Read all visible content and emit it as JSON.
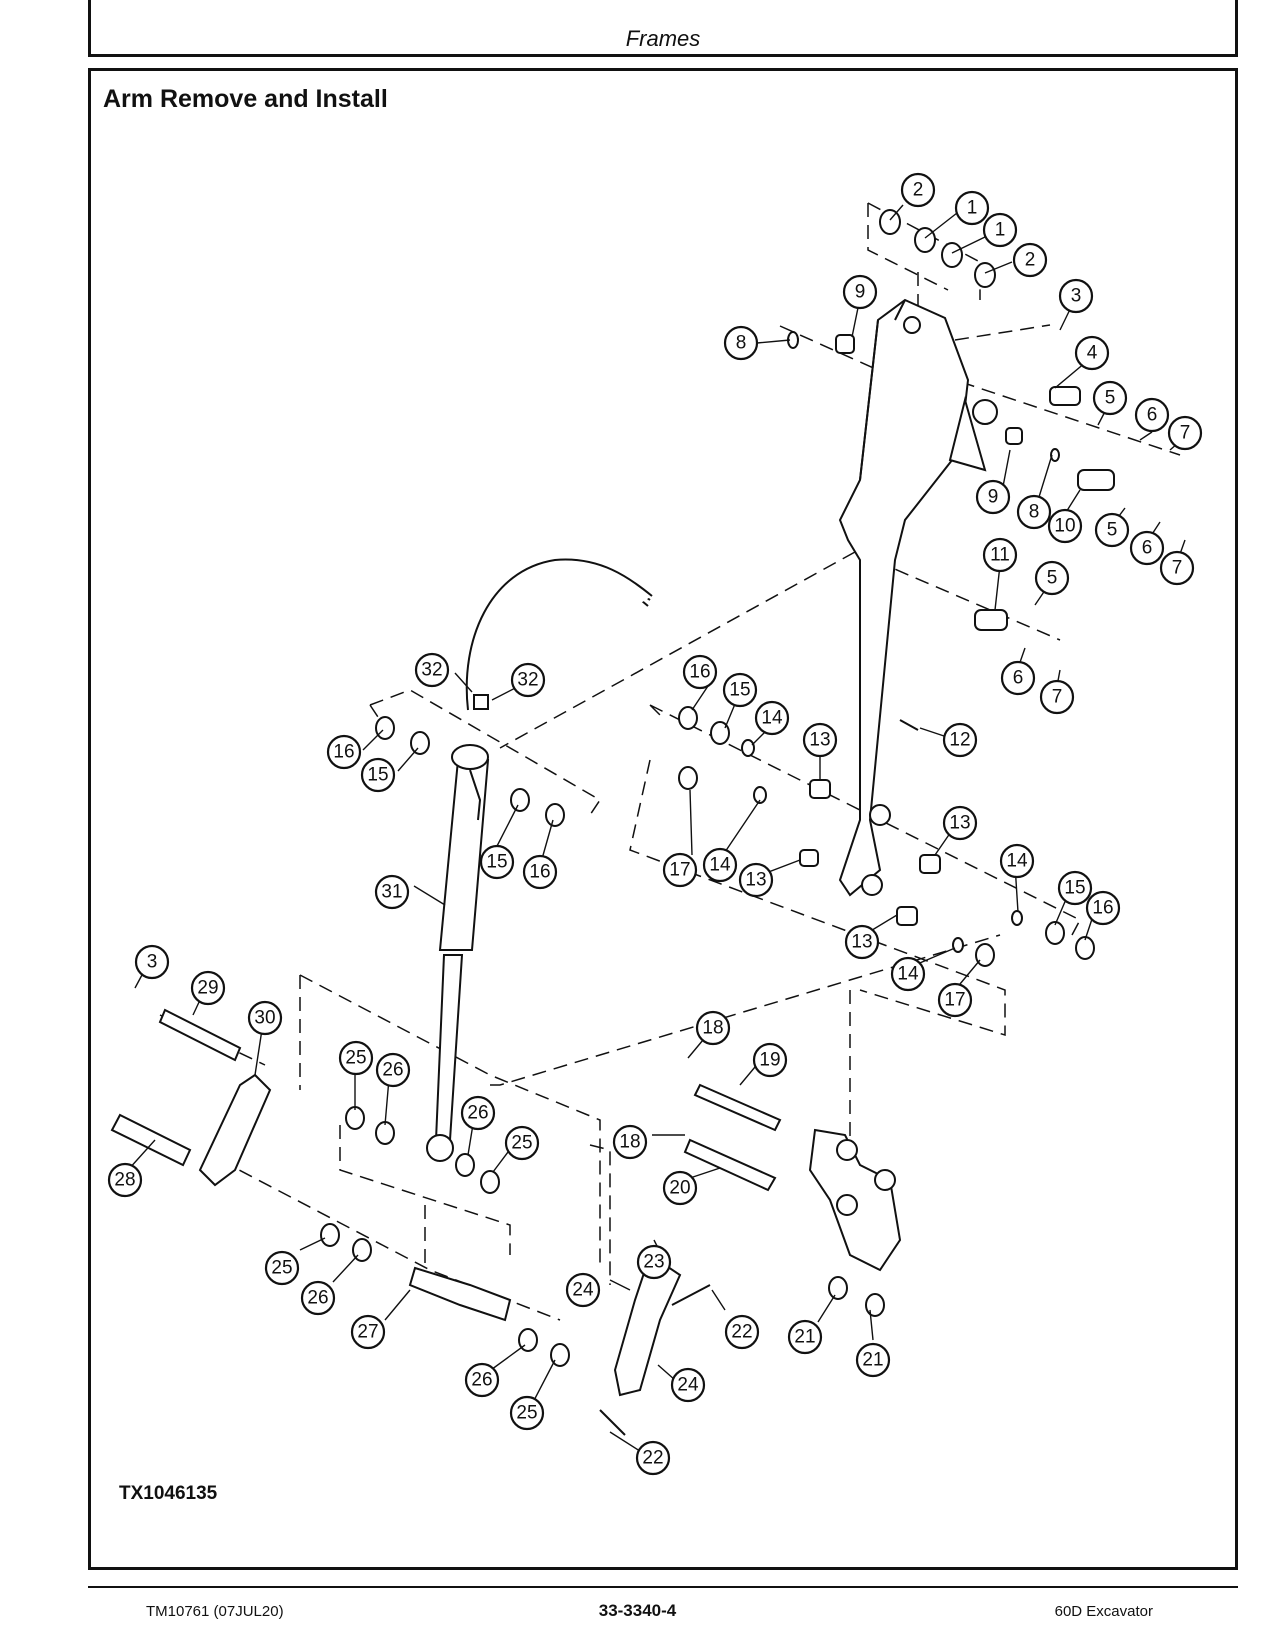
{
  "header": {
    "section": "Frames"
  },
  "page": {
    "title": "Arm Remove and Install",
    "figure_id": "TX1046135"
  },
  "footer": {
    "manual": "TM10761 (07JUL20)",
    "page_number": "33-3340-4",
    "machine": "60D Excavator"
  },
  "callouts": [
    "1",
    "1",
    "2",
    "2",
    "3",
    "3",
    "4",
    "5",
    "5",
    "5",
    "6",
    "6",
    "6",
    "7",
    "7",
    "7",
    "8",
    "8",
    "9",
    "9",
    "10",
    "11",
    "12",
    "13",
    "13",
    "13",
    "13",
    "14",
    "14",
    "14",
    "14",
    "15",
    "15",
    "15",
    "15",
    "16",
    "16",
    "16",
    "16",
    "17",
    "17",
    "18",
    "18",
    "19",
    "20",
    "21",
    "21",
    "22",
    "22",
    "23",
    "24",
    "24",
    "25",
    "25",
    "25",
    "25",
    "26",
    "26",
    "26",
    "26",
    "27",
    "28",
    "29",
    "30",
    "31",
    "32",
    "32"
  ]
}
